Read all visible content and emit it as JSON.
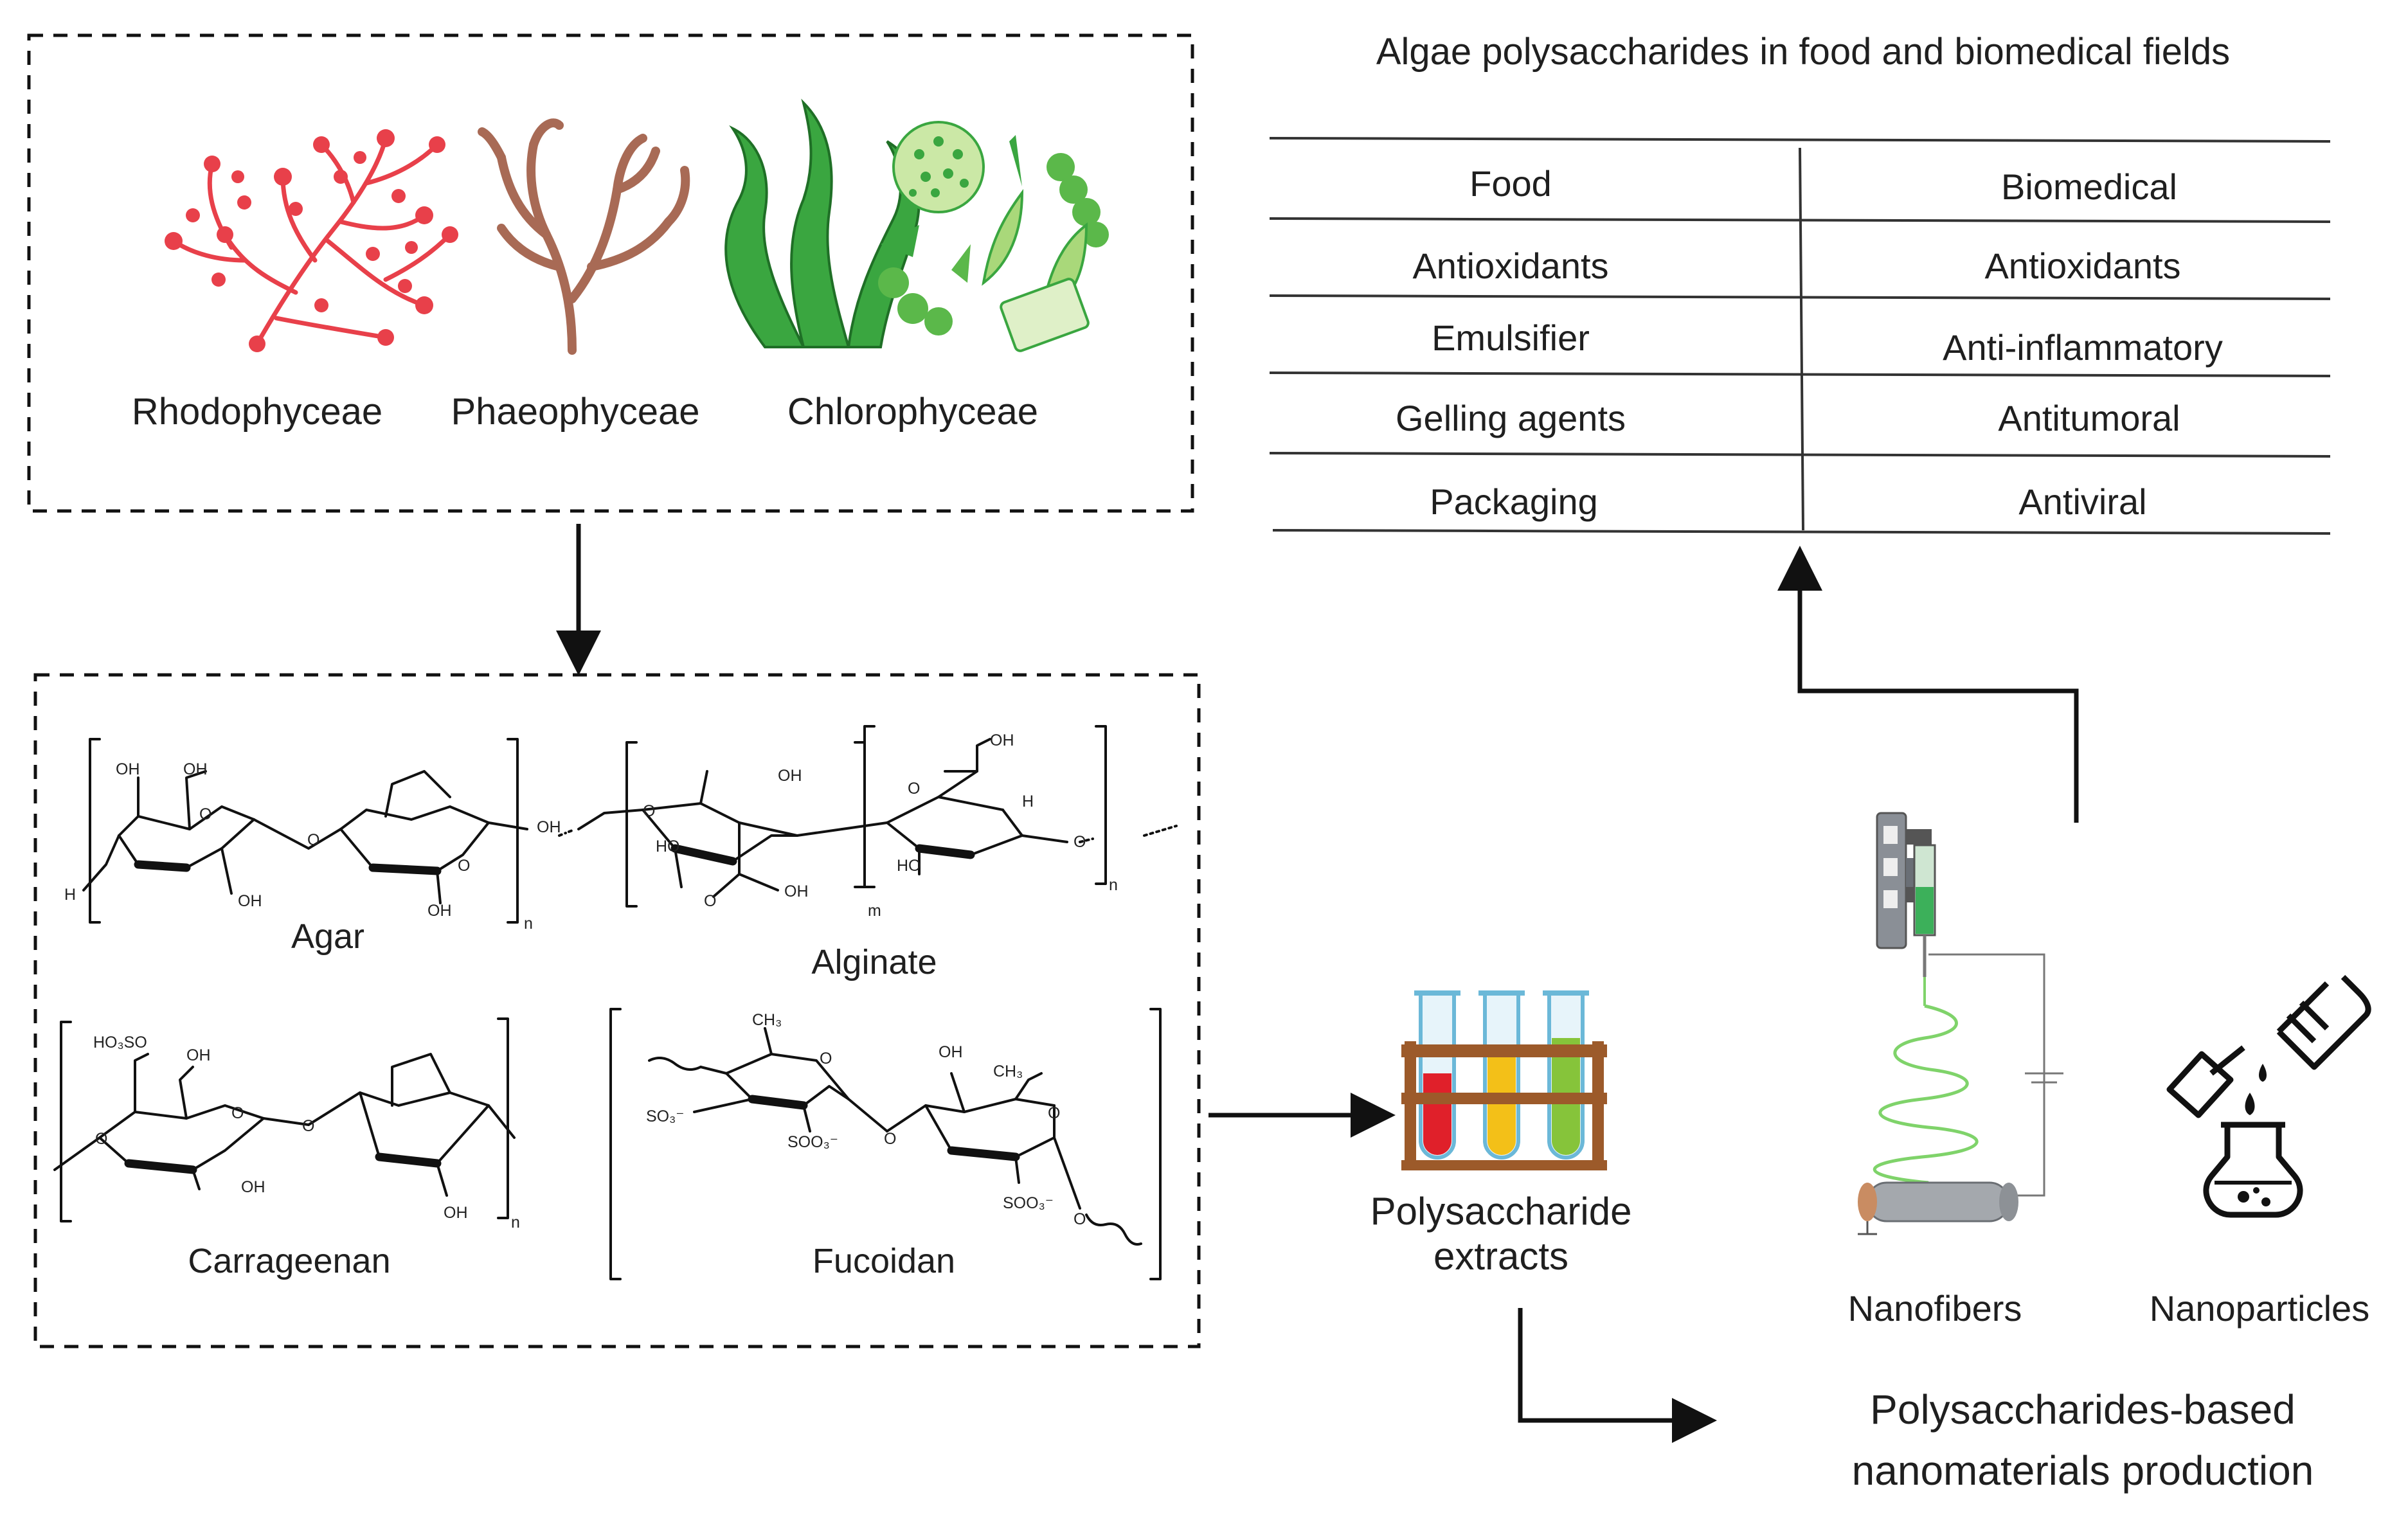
{
  "algae": {
    "classes": [
      {
        "name": "Rhodophyceae",
        "color": "#e8404a"
      },
      {
        "name": "Phaeophyceae",
        "color": "#a86a55"
      },
      {
        "name": "Chlorophyceae",
        "color": "#3aa640"
      }
    ]
  },
  "polysaccharides": {
    "agar": "Agar",
    "alginate": "Alginate",
    "carrageenan": "Carrageenan",
    "fucoidan": "Fucoidan"
  },
  "chem_labels": {
    "oh": "OH",
    "ho": "HO",
    "h": "H",
    "o": "O",
    "n": "n",
    "m": "m",
    "ch3": "CH₃",
    "hoso3": "HO₃SO",
    "so3": "SO₃⁻",
    "so3_alt": "SOO₃⁻",
    "so3_neg": "SOO₃⁻"
  },
  "extracts": {
    "label_line1": "Polysaccharide",
    "label_line2": "extracts",
    "tube_colors": [
      "#e0202a",
      "#f3c018",
      "#86c43a"
    ]
  },
  "applications_table": {
    "title": "Algae polysaccharides in food and biomedical fields",
    "headers": [
      "Food",
      "Biomedical"
    ],
    "rows": [
      [
        "Antioxidants",
        "Antioxidants"
      ],
      [
        "Emulsifier",
        "Anti-inflammatory"
      ],
      [
        "Gelling agents",
        "Antitumoral"
      ],
      [
        "Packaging",
        "Antiviral"
      ]
    ]
  },
  "nanomaterials": {
    "nanofibers": "Nanofibers",
    "nanoparticles": "Nanoparticles",
    "production_line1": "Polysaccharides-based",
    "production_line2": "nanomaterials production",
    "fiber_color": "#7fd36a"
  }
}
